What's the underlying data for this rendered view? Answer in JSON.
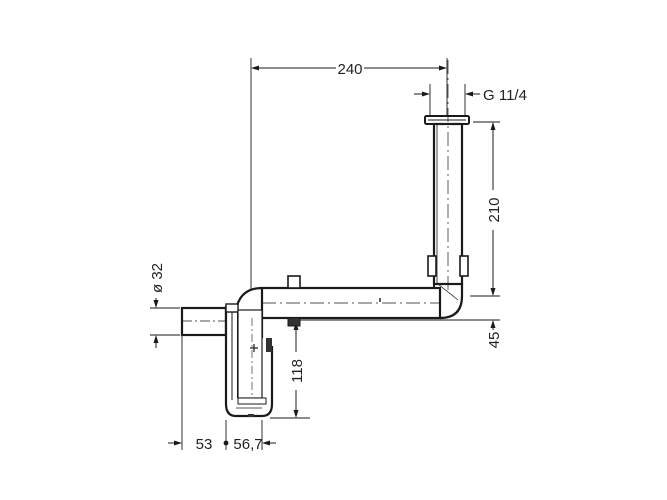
{
  "diagram": {
    "title": "Bottle trap with extension pipe (technical drawing)",
    "dimensions": {
      "horizontal_reach": "240",
      "thread": "G 11/4",
      "vertical_height": "210",
      "outlet_diameter": "ø 32",
      "outlet_offset": "45",
      "trap_depth": "118",
      "outlet_stub": "53",
      "trap_width": "56,7"
    },
    "colors": {
      "line": "#1a1a1a",
      "fill": "#ffffff",
      "dark_fill": "#333333"
    }
  }
}
